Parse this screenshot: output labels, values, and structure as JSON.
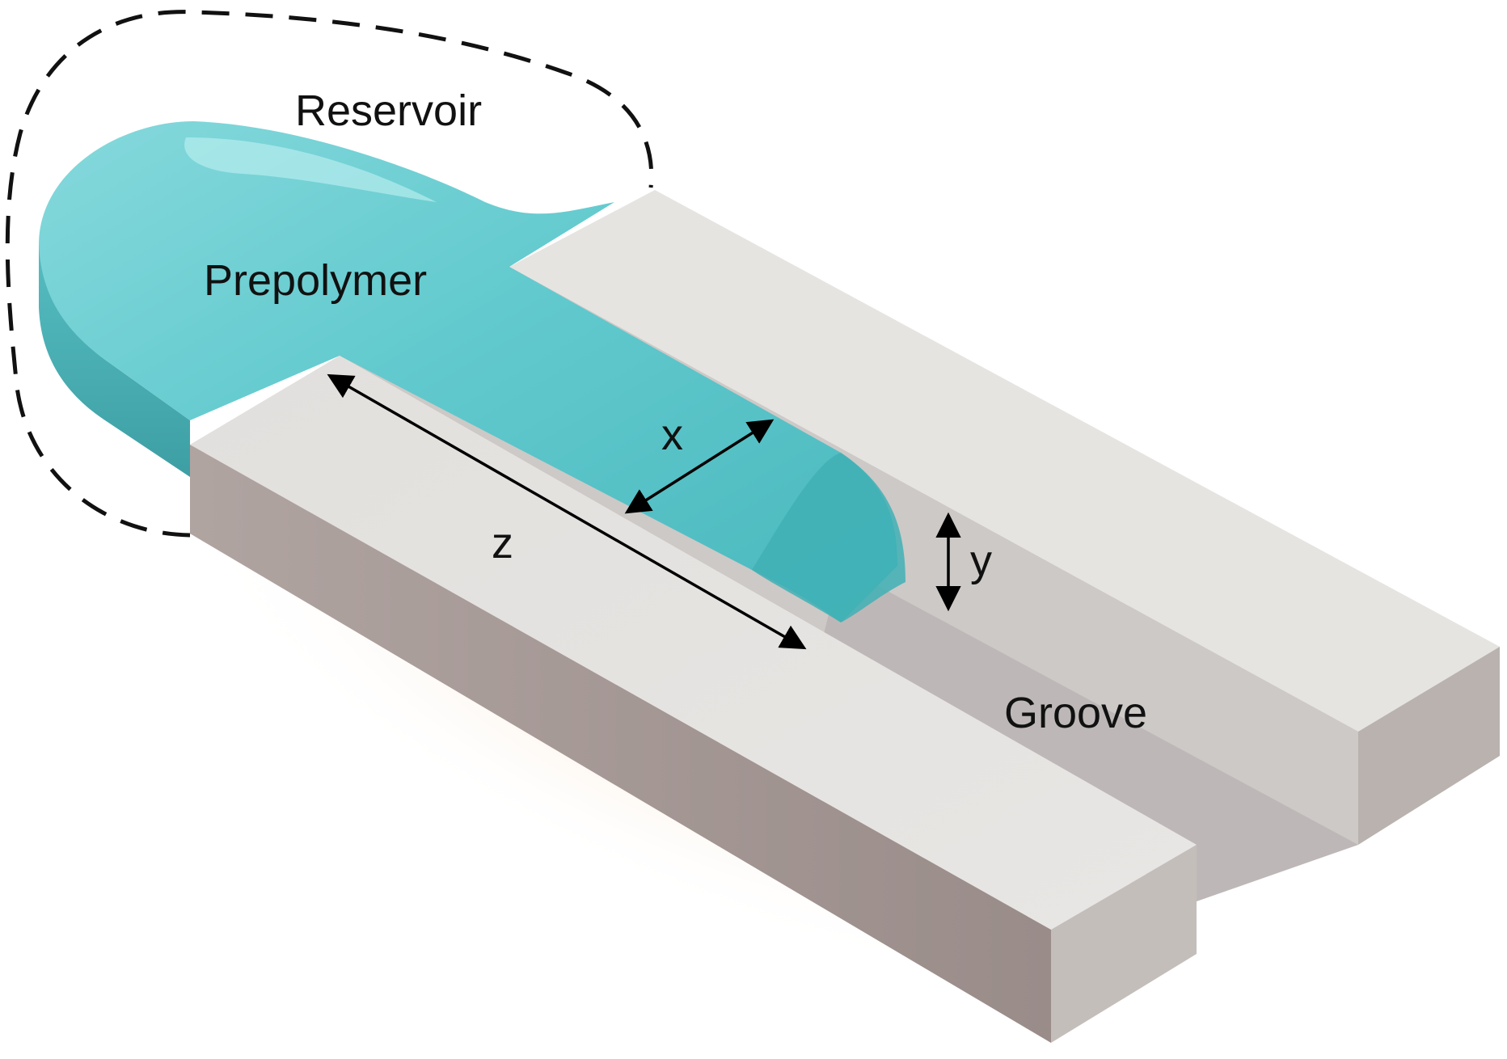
{
  "labels": {
    "reservoir": "Reservoir",
    "prepolymer": "Prepolymer",
    "groove": "Groove",
    "x": "x",
    "y": "y",
    "z": "z"
  },
  "colors": {
    "prepolymer_fill": "#5ec8cc",
    "prepolymer_light": "#8fdfe2",
    "prepolymer_dark": "#3aa5aa",
    "block_top": "#e4e2df",
    "block_front": "#a69996",
    "block_side": "#c9c4c1",
    "groove_floor": "#d3d0ce",
    "dashed_outline": "#111111",
    "arrow": "#000000"
  },
  "components": [
    "reservoir",
    "prepolymer",
    "left-block",
    "right-block",
    "groove",
    "dimension-x",
    "dimension-y",
    "dimension-z"
  ]
}
